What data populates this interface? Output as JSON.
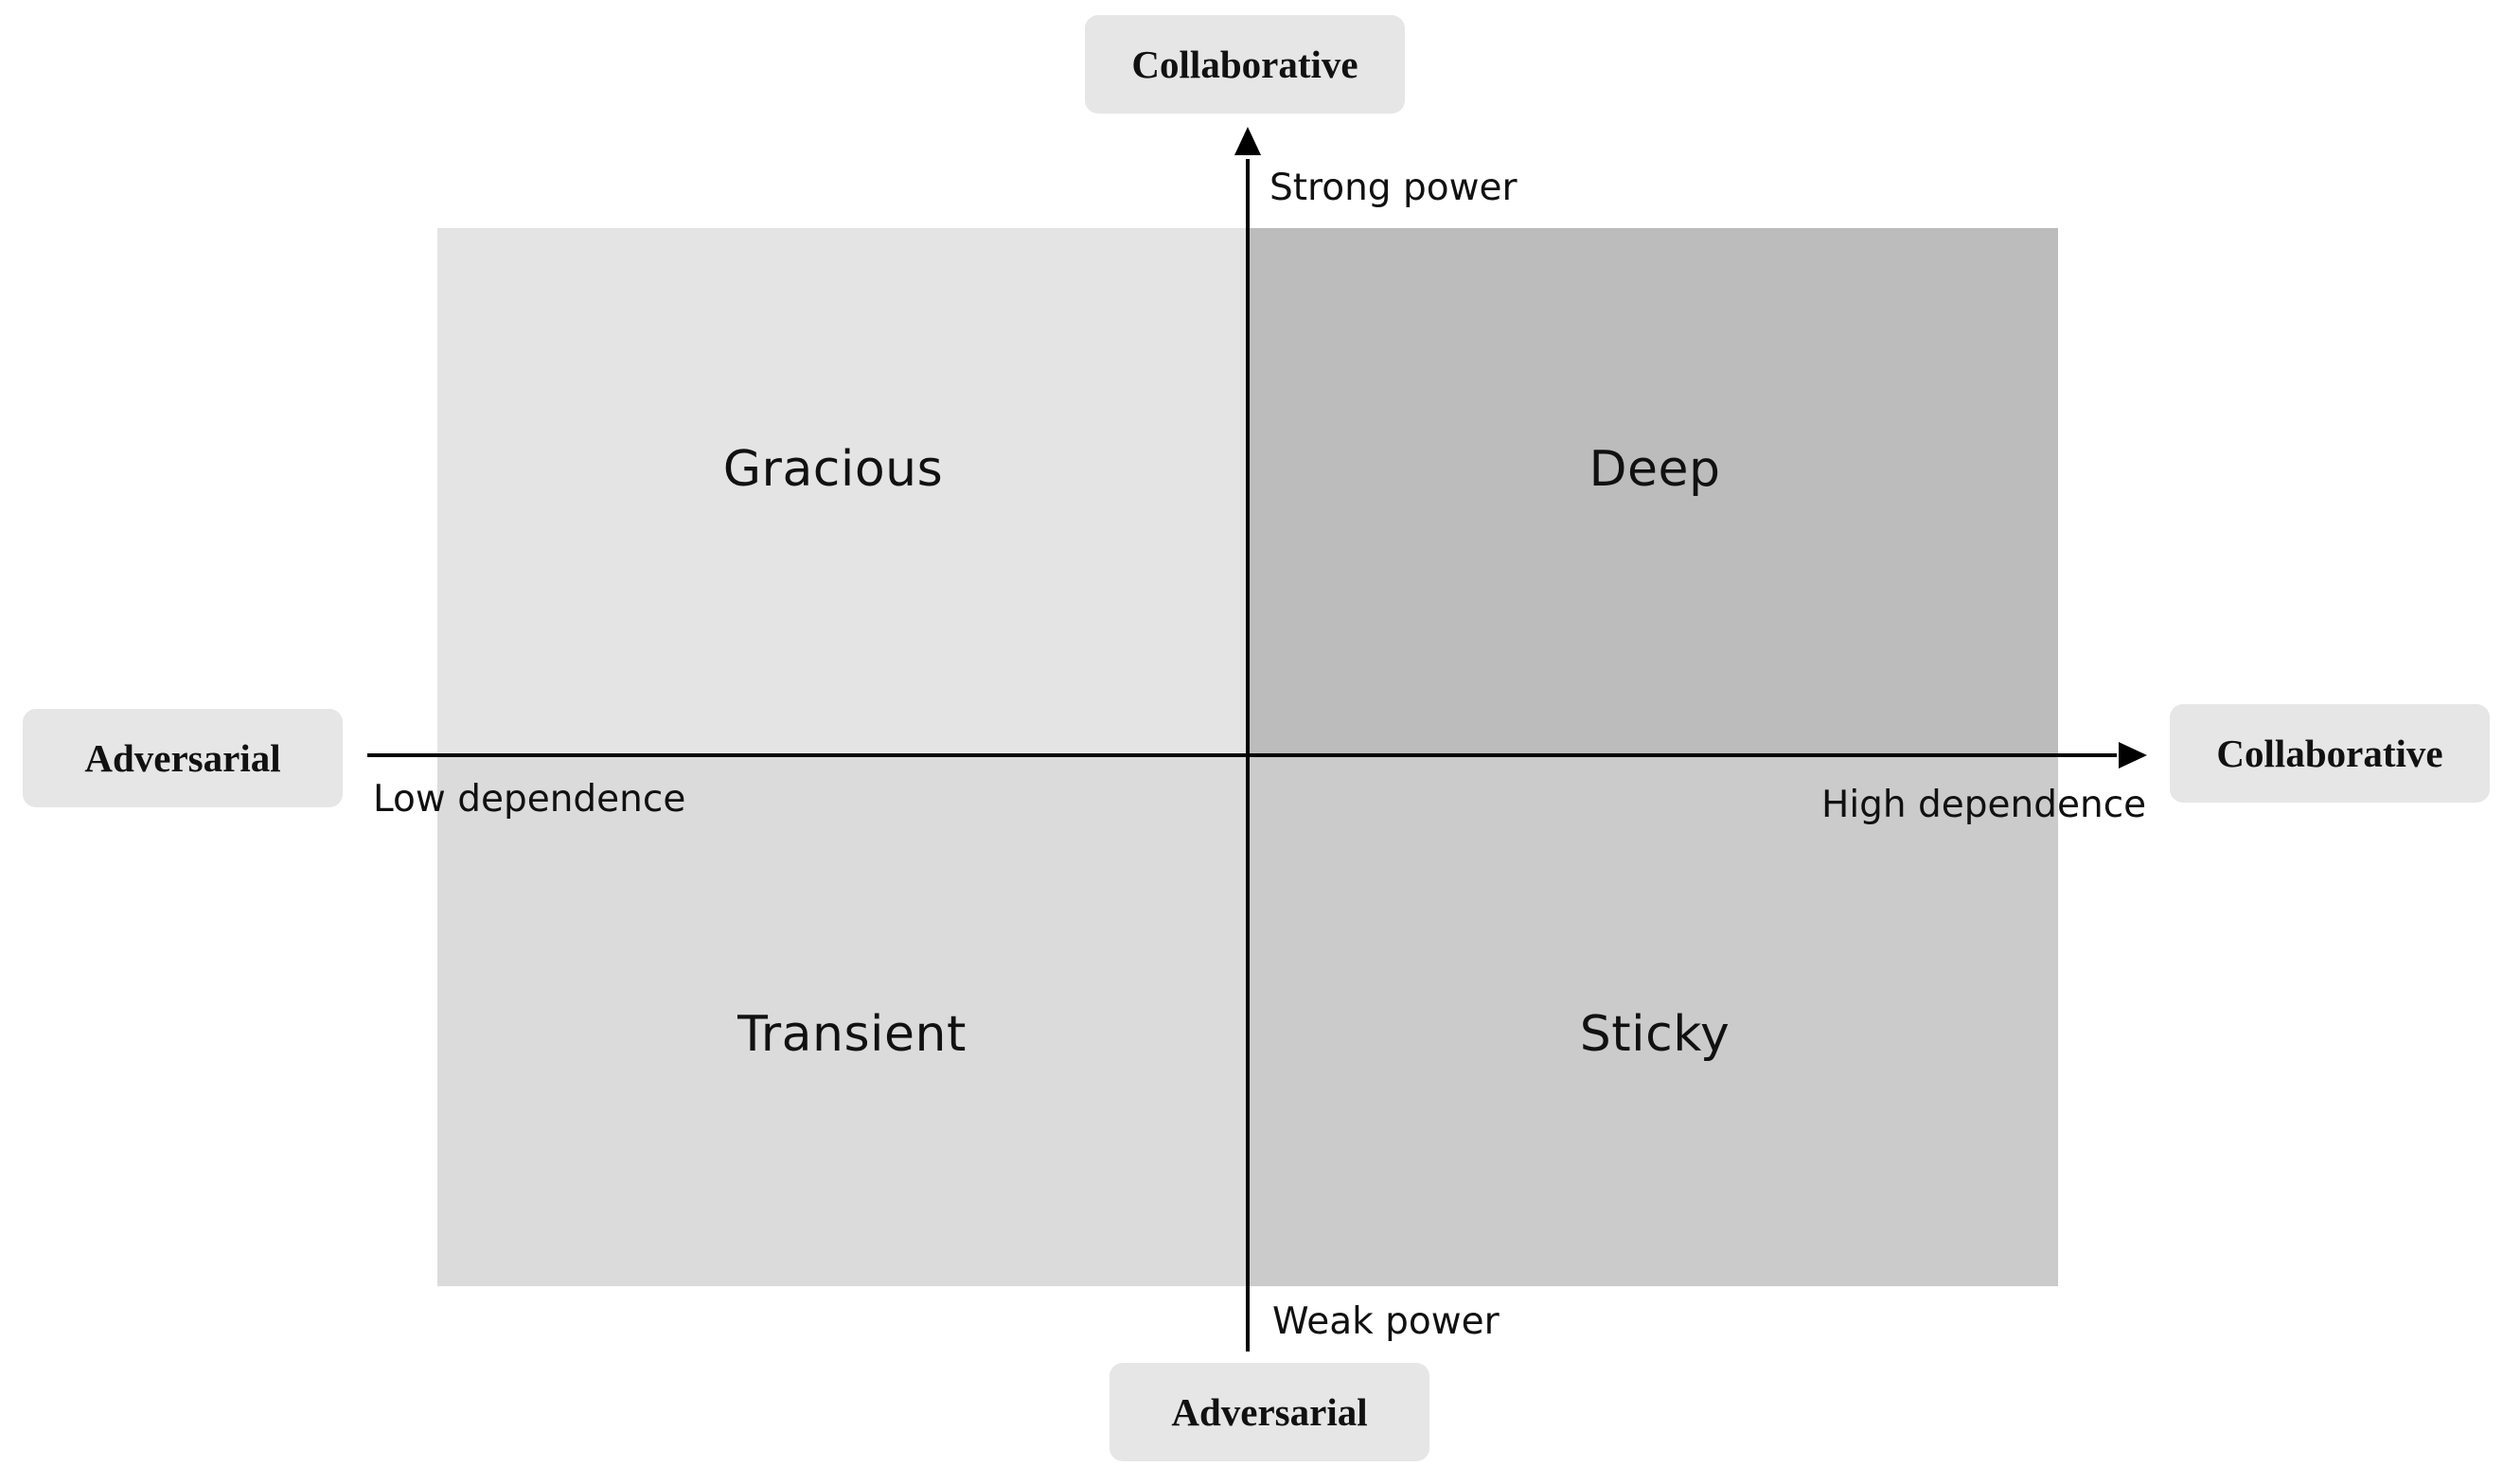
{
  "quadrants": {
    "top_left": "Gracious",
    "top_right": "Deep",
    "bottom_left": "Transient",
    "bottom_right": "Sticky"
  },
  "ends": {
    "top": "Collaborative",
    "bottom": "Adversarial",
    "left": "Adversarial",
    "right": "Collaborative"
  },
  "axis_labels": {
    "vertical_top": "Strong power",
    "vertical_bottom": "Weak power",
    "horizontal_left": "Low dependence",
    "horizontal_right": "High dependence"
  },
  "colors": {
    "top_left": "#e4e4e4",
    "top_right": "#bcbcbc",
    "bottom_left": "#dbdbdb",
    "bottom_right": "#cbcbcb",
    "pill": "#e6e6e6",
    "axis": "#000000"
  }
}
